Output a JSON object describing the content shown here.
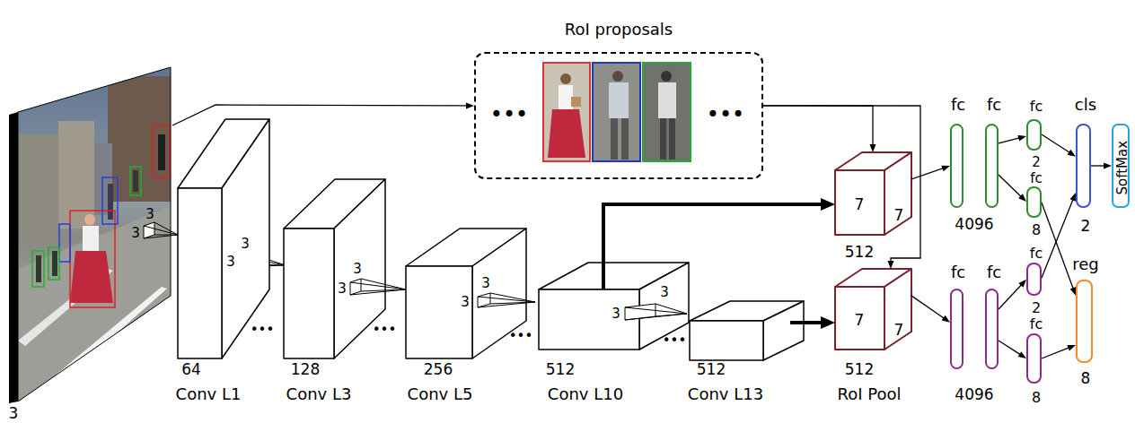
{
  "diagram": {
    "nodes": [
      {
        "text": [
          "3"
        ]
      },
      {
        "text": [
          "64",
          "Conv L1"
        ]
      },
      {
        "text": [
          "128",
          "Conv L3"
        ]
      },
      {
        "text": [
          "256",
          "Conv L5"
        ]
      },
      {
        "text": [
          "512",
          "Conv L10"
        ]
      },
      {
        "text": [
          "512",
          "Conv L13"
        ]
      },
      {
        "text": [
          "RoI proposals"
        ]
      },
      {
        "text": [
          "7",
          "7",
          "512"
        ]
      },
      {
        "text": [
          "7",
          "7",
          "512",
          "RoI Pool"
        ]
      },
      {
        "text": [
          "fc"
        ]
      },
      {
        "text": [
          "fc"
        ]
      },
      {
        "text": [
          "fc",
          "2"
        ]
      },
      {
        "text": [
          "fc",
          "8"
        ]
      },
      {
        "text": [
          "fc"
        ]
      },
      {
        "text": [
          "fc"
        ]
      },
      {
        "text": [
          "fc",
          "2"
        ]
      },
      {
        "text": [
          "fc",
          "8"
        ]
      },
      {
        "text": [
          "cls",
          "2"
        ]
      },
      {
        "text": [
          "SoftMax"
        ]
      },
      {
        "text": [
          "reg",
          "8"
        ]
      }
    ],
    "edges": [
      {
        "from": 0,
        "to": 6,
        "arrow": "to"
      },
      {
        "from": 4,
        "to": 7,
        "arrow": "to"
      },
      {
        "from": 5,
        "to": 8,
        "arrow": "to"
      },
      {
        "from": 6,
        "to": 7,
        "arrow": "to"
      },
      {
        "from": 6,
        "to": 8,
        "arrow": "to"
      },
      {
        "from": 7,
        "to": 9,
        "arrow": "to"
      },
      {
        "from": 10,
        "to": 11,
        "arrow": "to"
      },
      {
        "from": 10,
        "to": 12,
        "arrow": "to"
      },
      {
        "from": 11,
        "to": 17,
        "arrow": "to"
      },
      {
        "from": 12,
        "to": 19,
        "arrow": "to"
      },
      {
        "from": 8,
        "to": 13,
        "arrow": "to"
      },
      {
        "from": 14,
        "to": 15,
        "arrow": "to"
      },
      {
        "from": 14,
        "to": 16,
        "arrow": "to"
      },
      {
        "from": 15,
        "to": 17,
        "arrow": "to"
      },
      {
        "from": 16,
        "to": 19,
        "arrow": "to"
      },
      {
        "from": 17,
        "to": 18,
        "arrow": "to"
      }
    ],
    "labels": [
      "3",
      "3",
      "3",
      "3",
      "3",
      "3",
      "3",
      "3",
      "3",
      "3",
      "•••",
      "•••",
      "•••",
      "•••",
      "•••",
      "•••",
      "4096",
      "4096"
    ]
  }
}
